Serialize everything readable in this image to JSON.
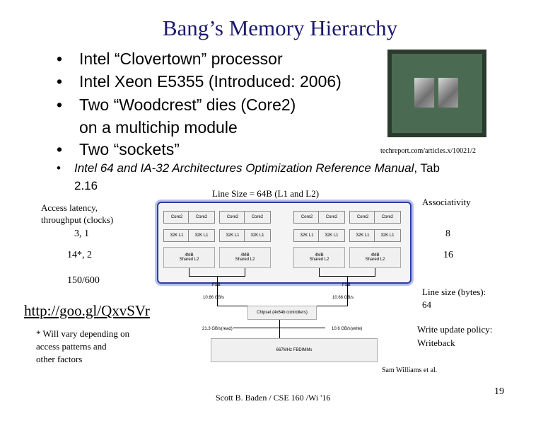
{
  "title": "Bang’s Memory Hierarchy",
  "bullets": [
    "Intel “Clovertown” processor",
    "Intel Xeon E5355 (Introduced: 2006)",
    "Two “Woodcrest” dies (Core2)",
    "on a multichip module",
    "Two “sockets”"
  ],
  "reference": {
    "italic": "Intel 64 and IA-32 Architectures Optimization Reference Manual",
    "tail": ", Tab",
    "line2": "2.16"
  },
  "photo_credit": "techreport.com/articles.x/10021/2",
  "line_size": "Line Size = 64B (L1 and L2)",
  "associativity_label": "Associativity",
  "latency_label_1": "Access latency,",
  "latency_label_2": "throughput (clocks)",
  "latency_l1": "3, 1",
  "latency_l2": "14*, 2",
  "latency_mem": "150/600",
  "assoc_l1": "8",
  "assoc_l2": "16",
  "link": "http://goo.gl/QxvSVr",
  "footnote": [
    "* Will vary depending on",
    "access patterns and",
    "other factors"
  ],
  "line_size_bytes": [
    "Line size (bytes):",
    "64"
  ],
  "write_policy": [
    "Write update policy:",
    "Writeback"
  ],
  "credit_sam": "Sam Williams et al.",
  "footer": "Scott B. Baden / CSE 160 /Wi '16",
  "page_number": "19",
  "diagram": {
    "core": "Core2",
    "l1": "32K L1",
    "l2": [
      "4MB",
      "Shared L2"
    ],
    "fsb": "FSB",
    "bw_fsb": "10.66 GB/s",
    "chipset": "Chipset (4x64b controllers)",
    "bw_read": "21.3 GB/s(read)",
    "bw_write": "10.6 GB/s(write)",
    "dimms": "667MHz FBDIMMs"
  },
  "colors": {
    "title": "#1a1a6e",
    "diagram_border": "#2b3e9e",
    "diagram_glow": "#b6c0f0"
  }
}
